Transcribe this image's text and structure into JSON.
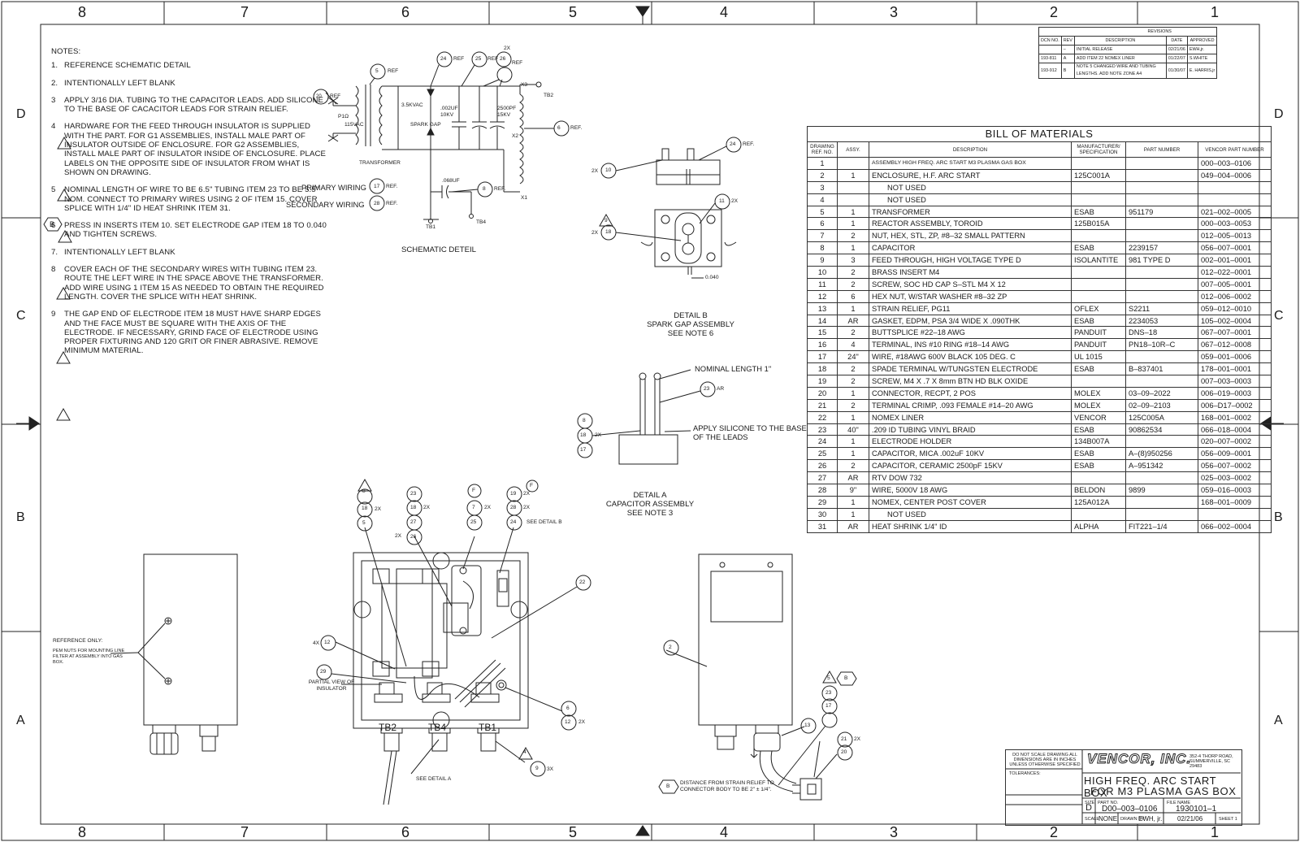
{
  "zones": {
    "columns": [
      "8",
      "7",
      "6",
      "5",
      "4",
      "3",
      "2",
      "1"
    ],
    "rows": [
      "D",
      "C",
      "B",
      "A"
    ]
  },
  "notes": {
    "title": "NOTES:",
    "items": [
      {
        "num": "1.",
        "text": "REFERENCE SCHEMATIC DETAIL"
      },
      {
        "num": "2.",
        "text": "INTENTIONALLY LEFT BLANK"
      },
      {
        "num": "3",
        "text": "APPLY 3/16 DIA. TUBING TO THE CAPACITOR LEADS. ADD SILICONE TO THE BASE OF CACACITOR LEADS FOR STRAIN RELIEF."
      },
      {
        "num": "4",
        "text": "HARDWARE FOR THE FEED THROUGH INSULATOR IS SUPPLIED WITH THE PART. FOR G1 ASSEMBLIES, INSTALL MALE PART OF INSULATOR OUTSIDE OF ENCLOSURE. FOR G2 ASSEMBLIES, INSTALL MALE PART OF INSULATOR INSIDE OF ENCLOSURE. PLACE LABELS ON THE OPPOSITE SIDE OF INSULATOR FROM WHAT IS SHOWN ON DRAWING."
      },
      {
        "num": "5",
        "text": "NOMINAL LENGTH OF WIRE TO BE 6.5\" TUBING ITEM 23 TO BE 5.5\" NOM. CONNECT TO PRIMARY WIRES USING 2 OF ITEM 15. COVER SPLICE WITH 1/4\" ID HEAT SHRINK ITEM 31."
      },
      {
        "num": "6",
        "text": "PRESS IN INSERTS ITEM 10. SET ELECTRODE GAP ITEM 18 TO 0.040 AND TIGHTEN SCREWS."
      },
      {
        "num": "7.",
        "text": "INTENTIONALLY LEFT BLANK"
      },
      {
        "num": "8",
        "text": "COVER EACH OF THE SECONDARY WIRES WITH TUBING ITEM 23. ROUTE THE LEFT WIRE IN THE SPACE ABOVE THE TRANSFORMER. ADD WIRE USING 1 ITEM 15 AS NEEDED TO OBTAIN THE REQUIRED LENGTH. COVER THE SPLICE WITH HEAT SHRINK."
      },
      {
        "num": "9",
        "text": "THE GAP END OF ELECTRODE ITEM 18 MUST HAVE SHARP EDGES AND THE FACE MUST BE SQUARE WITH THE AXIS OF THE ELECTRODE. IF NECESSARY, GRIND FACE OF ELECTRODE USING PROPER FIXTURING AND 120 GRIT OR FINER ABRASIVE. REMOVE MINIMUM MATERIAL."
      }
    ],
    "rev_mark_b": "B"
  },
  "revisions": {
    "title": "REVISIONS",
    "headers": [
      "DCN NO.",
      "REV",
      "DESCRIPTION",
      "DATE",
      "APPROVED"
    ],
    "rows": [
      [
        "",
        "–",
        "INITIAL RELEASE",
        "02/21/06",
        "EWH,jr."
      ],
      [
        "193-811",
        "A",
        "ADD ITEM 22 NOMEX LINER",
        "01/22/07",
        "S.WHITE"
      ],
      [
        "193-912",
        "B",
        "NOTE 5 CHANGED WIRE AND TUBING LENGTHS. ADD NOTE ZONE A4",
        "01/30/07",
        "E. HARRIS,jr"
      ]
    ]
  },
  "bom": {
    "title": "BILL OF MATERIALS",
    "headers": [
      "DRAWING REF. NO.",
      "ASSY.",
      "DESCRIPTION",
      "MANUFACTURER/ SPECIFICATION",
      "PART NUMBER",
      "VENCOR PART NUMBER"
    ],
    "rows": [
      [
        "1",
        "",
        "ASSEMBLY HIGH FREQ. ARC START M3 PLASMA GAS BOX",
        "",
        "",
        "000–003–0106"
      ],
      [
        "2",
        "1",
        "ENCLOSURE, H.F. ARC START",
        "125C001A",
        "",
        "049–004–0006"
      ],
      [
        "3",
        "",
        "NOT USED",
        "",
        "",
        ""
      ],
      [
        "4",
        "",
        "NOT USED",
        "",
        "",
        ""
      ],
      [
        "5",
        "1",
        "TRANSFORMER",
        "ESAB",
        "951179",
        "021–002–0005"
      ],
      [
        "6",
        "1",
        "REACTOR ASSEMBLY, TOROID",
        "125B015A",
        "",
        "000–003–0053"
      ],
      [
        "7",
        "2",
        "NUT, HEX, STL, ZP, #8–32 SMALL PATTERN",
        "",
        "",
        "012–005–0013"
      ],
      [
        "8",
        "1",
        "CAPACITOR",
        "ESAB",
        "2239157",
        "056–007–0001"
      ],
      [
        "9",
        "3",
        "FEED THROUGH, HIGH VOLTAGE TYPE D",
        "ISOLANTITE",
        "981 TYPE D",
        "002–001–0001"
      ],
      [
        "10",
        "2",
        "BRASS INSERT M4",
        "",
        "",
        "012–022–0001"
      ],
      [
        "11",
        "2",
        "SCREW, SOC HD CAP S–STL M4 X 12",
        "",
        "",
        "007–005–0001"
      ],
      [
        "12",
        "6",
        "HEX NUT, W/STAR WASHER #8–32 ZP",
        "",
        "",
        "012–006–0002"
      ],
      [
        "13",
        "1",
        "STRAIN RELIEF, PG11",
        "OFLEX",
        "S2211",
        "059–012–0010"
      ],
      [
        "14",
        "AR",
        "GASKET, EDPM, PSA 3/4 WIDE X .090THK",
        "ESAB",
        "2234053",
        "105–002–0004"
      ],
      [
        "15",
        "2",
        "BUTTSPLICE #22–18 AWG",
        "PANDUIT",
        "DNS–18",
        "067–007–0001"
      ],
      [
        "16",
        "4",
        "TERMINAL, INS #10 RING #18–14 AWG",
        "PANDUIT",
        "PN18–10R–C",
        "067–012–0008"
      ],
      [
        "17",
        "24\"",
        "WIRE, #18AWG 600V BLACK 105 DEG. C",
        "UL 1015",
        "",
        "059–001–0006"
      ],
      [
        "18",
        "2",
        "SPADE TERMINAL W/TUNGSTEN ELECTRODE",
        "ESAB",
        "B–837401",
        "178–001–0001"
      ],
      [
        "19",
        "2",
        "SCREW, M4 X .7 X 8mm BTN HD BLK OXIDE",
        "",
        "",
        "007–003–0003"
      ],
      [
        "20",
        "1",
        "CONNECTOR, RECPT, 2 POS",
        "MOLEX",
        "03–09–2022",
        "006–019–0003"
      ],
      [
        "21",
        "2",
        "TERMINAL CRIMP, .093 FEMALE #14–20 AWG",
        "MOLEX",
        "02–09–2103",
        "006–D17–0002"
      ],
      [
        "22",
        "1",
        "NOMEX LINER",
        "VENCOR",
        "125C005A",
        "168–001–0002"
      ],
      [
        "23",
        "40\"",
        ".209 ID TUBING VINYL BRAID",
        "ESAB",
        "90862534",
        "066–018–0004"
      ],
      [
        "24",
        "1",
        "ELECTRODE HOLDER",
        "134B007A",
        "",
        "020–007–0002"
      ],
      [
        "25",
        "1",
        "CAPACITOR, MICA .002uF 10KV",
        "ESAB",
        "A–(8)950256",
        "056–009–0001"
      ],
      [
        "26",
        "2",
        "CAPACITOR, CERAMIC 2500pF 15KV",
        "ESAB",
        "A–951342",
        "056–007–0002"
      ],
      [
        "27",
        "AR",
        "RTV DOW 732",
        "",
        "",
        "025–003–0002"
      ],
      [
        "28",
        "9\"",
        "WIRE, 5000V 18 AWG",
        "BELDON",
        "9899",
        "059–016–0003"
      ],
      [
        "29",
        "1",
        "NOMEX, CENTER POST COVER",
        "125A012A",
        "",
        "168–001–0009"
      ],
      [
        "30",
        "1",
        "NOT USED",
        "",
        "",
        ""
      ],
      [
        "31",
        "AR",
        "HEAT SHRINK 1/4\" ID",
        "ALPHA",
        "FIT221–1/4",
        "066–002–0004"
      ]
    ]
  },
  "schematic": {
    "title": "SCHEMATIC DETEIL",
    "primary_label": "PRIMARY WIRING",
    "secondary_label": "SECONDARY WIRING",
    "p1": "P1Ω",
    "vac_in": "115VAC",
    "vac_out": "3.5KVAC",
    "spark_gap": "SPARK GAP",
    "transformer": "TRANSFORMER",
    "cap1": ".002uF 10KV",
    "cap2": "2500pF 15KV",
    "cap3": ".068uF",
    "tb1": "TB1",
    "tb2": "TB2",
    "tb4": "TB4",
    "x1": "X1",
    "x2": "X2",
    "x3": "X3",
    "twox": "2X",
    "ref": "REF",
    "ref_dot": "REF."
  },
  "detail_b": {
    "title": "DETAIL B",
    "subtitle": "SPARK GAP ASSEMBLY",
    "see_note": "SEE NOTE 6",
    "gap": "0.040"
  },
  "detail_a": {
    "title": "DETAIL A",
    "subtitle": "CAPACITOR ASSEMBLY",
    "see_note": "SEE NOTE 3",
    "nominal": "NOMINAL LENGTH 1\"",
    "silicone": "APPLY SILICONE TO THE BASE OF THE LEADS",
    "ar": "AR"
  },
  "main_view": {
    "see_detail_a": "SEE DETAIL A",
    "see_detail_b": "SEE DETAIL B",
    "partial_view": "PARTIAL VIEW OF INSULATOR",
    "tb2": "TB2",
    "tb4": "TB4",
    "tb1": "TB1",
    "f_mark": "F",
    "b_mark": "B",
    "note4": "4",
    "note8": "8",
    "note5": "5",
    "twox": "2X",
    "twox_l": "2x",
    "threex": "3x",
    "fourx": "4x"
  },
  "left_view": {
    "reference": "REFERENCE ONLY:",
    "note": "PEM NUTS FOR MOUNTING LINE FILTER AT ASSEMBLY INTO GAS BOX."
  },
  "right_view": {
    "distance": "DISTANCE FROM STRAIN RELIEF TO CONNECTOR BODY TO BE 2\" ± 1/4\".",
    "twox": "2x"
  },
  "title_block": {
    "company": "VENCOR, INC.",
    "address": "352-4 THORP ROAD, SUMMERVILLE, SC 29483",
    "do_not_scale": "DO NOT SCALE DRAWING ALL DIMENSIONS ARE IN INCHES UNLESS OTHERWISE SPECIFIED",
    "tolerances": "TOLERANCES:",
    "title_line1": "HIGH FREQ. ARC START BOX",
    "title_line2": "FOR M3 PLASMA GAS BOX",
    "size_label": "SIZE",
    "size": "D",
    "part_no_label": "PART NO.",
    "part_no": "D00–003–0106",
    "file_label": "FILE NAME",
    "file": "1930101–1",
    "scale_label": "SCALE",
    "scale": "NONE",
    "drawn_label": "DRAWN BY",
    "drawn": "EWH, jr.",
    "date": "02/21/06",
    "sheet": "SHEET 1"
  }
}
